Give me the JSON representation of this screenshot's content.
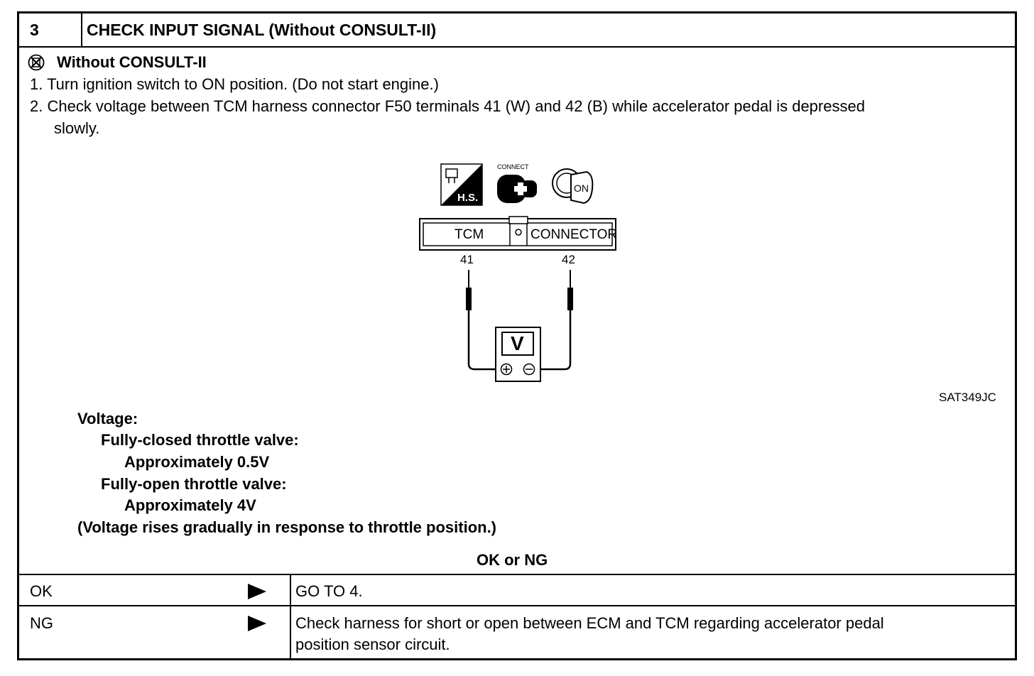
{
  "header": {
    "step": "3",
    "title": "CHECK INPUT SIGNAL (Without CONSULT-II)"
  },
  "instructions": {
    "mode_title": "Without CONSULT-II",
    "mode_icon": "no-consult-icon",
    "steps": [
      "1.  Turn ignition switch to ON position. (Do not start engine.)",
      "2.  Check voltage between TCM harness connector F50 terminals 41 (W) and 42 (B) while accelerator pedal is depressed",
      "slowly."
    ]
  },
  "diagram": {
    "icons": [
      "harness-side-icon",
      "connect-icon",
      "ignition-on-icon"
    ],
    "icon_labels": {
      "hs": "H.S.",
      "connect": "CONNECT",
      "on": "ON"
    },
    "connector_left": "TCM",
    "connector_right": "CONNECTOR",
    "terminal_left": "41",
    "terminal_right": "42",
    "meter": "V",
    "figure_id": "SAT349JC"
  },
  "spec": {
    "label": "Voltage:",
    "cond1": "Fully-closed throttle valve:",
    "val1": "Approximately 0.5V",
    "cond2": "Fully-open throttle valve:",
    "val2": "Approximately 4V",
    "note": "(Voltage rises gradually in response to throttle position.)"
  },
  "result_prompt": "OK or NG",
  "results": [
    {
      "status": "OK",
      "action": "GO TO 4."
    },
    {
      "status": "NG",
      "action_line1": "Check harness for short or open between ECM and TCM regarding accelerator pedal",
      "action_line2": "position sensor circuit."
    }
  ]
}
